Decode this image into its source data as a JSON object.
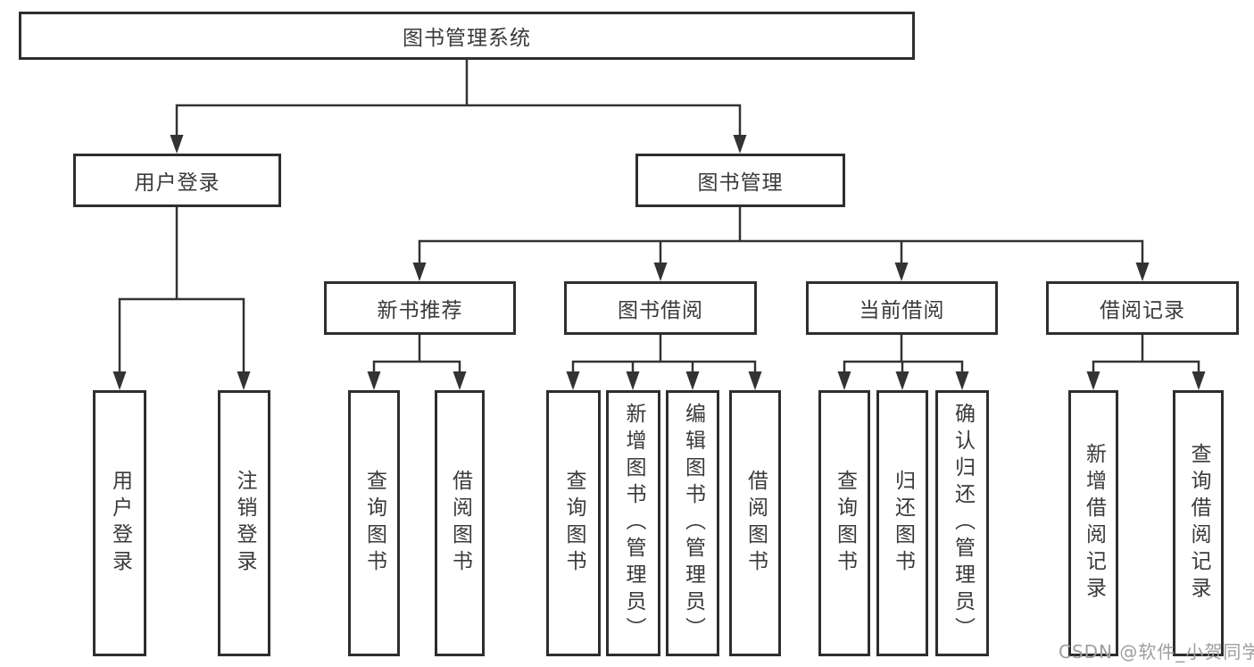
{
  "tree": {
    "label": "图书管理系统",
    "children": [
      {
        "label": "用户登录",
        "children": [
          {
            "label": "用户登录"
          },
          {
            "label": "注销登录"
          }
        ]
      },
      {
        "label": "图书管理",
        "children": [
          {
            "label": "新书推荐",
            "children": [
              {
                "label": "查询图书"
              },
              {
                "label": "借阅图书"
              }
            ]
          },
          {
            "label": "图书借阅",
            "children": [
              {
                "label": "查询图书"
              },
              {
                "label": "新增图书（管理员）"
              },
              {
                "label": "编辑图书（管理员）"
              },
              {
                "label": "借阅图书"
              }
            ]
          },
          {
            "label": "当前借阅",
            "children": [
              {
                "label": "查询图书"
              },
              {
                "label": "归还图书"
              },
              {
                "label": "确认归还（管理员）"
              }
            ]
          },
          {
            "label": "借阅记录",
            "children": [
              {
                "label": "新增借阅记录"
              },
              {
                "label": "查询借阅记录"
              }
            ]
          }
        ]
      }
    ]
  },
  "watermark": "CSDN @软件_小贺同学",
  "colors": {
    "border": "#2e2e2e",
    "line": "#333333",
    "text": "#3a3a3a",
    "watermark": "#9e9e9e",
    "background": "#ffffff"
  }
}
